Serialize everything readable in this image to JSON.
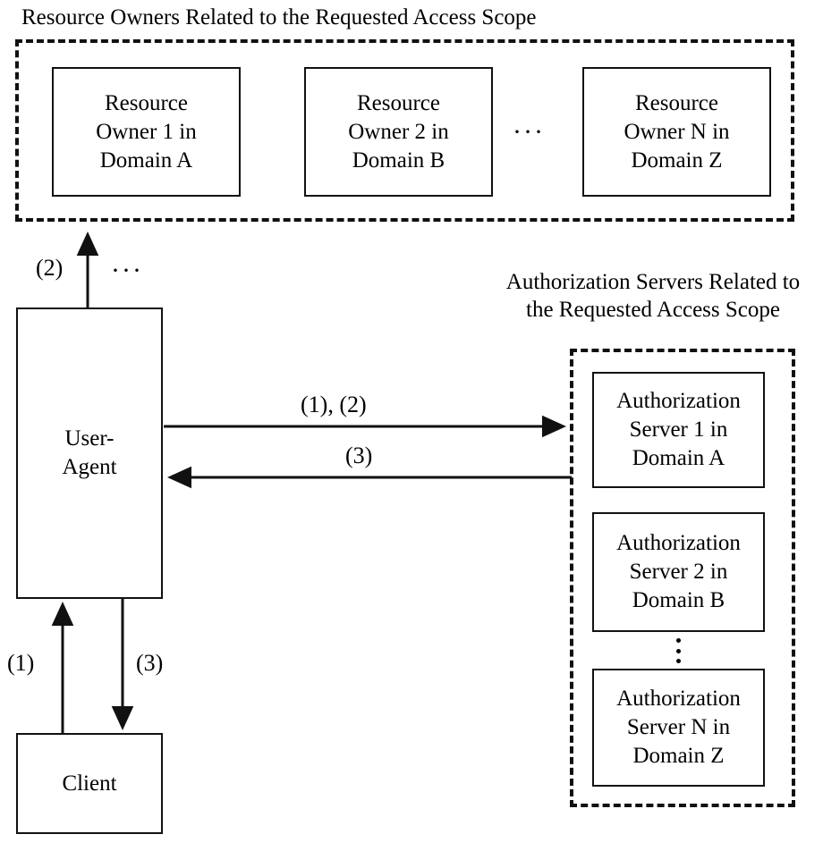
{
  "diagram": {
    "title_resource_owners": "Resource Owners Related to the Requested Access Scope",
    "title_authorization_servers": "Authorization Servers Related to\nthe Requested Access Scope",
    "resource_owners": [
      {
        "label": "Resource\nOwner 1 in\nDomain A"
      },
      {
        "label": "Resource\nOwner 2 in\nDomain B"
      },
      {
        "label": "Resource\nOwner N in\nDomain Z"
      }
    ],
    "resource_owners_ellipsis": "···",
    "authorization_servers": [
      {
        "label": "Authorization\nServer 1 in\nDomain A"
      },
      {
        "label": "Authorization\nServer 2 in\nDomain B"
      },
      {
        "label": "Authorization\nServer N in\nDomain Z"
      }
    ],
    "user_agent": {
      "label": "User-\nAgent"
    },
    "client": {
      "label": "Client"
    },
    "user_agent_ellipsis": "···",
    "edges": [
      {
        "id": "ua-to-resource-owners",
        "label": "(2)"
      },
      {
        "id": "ua-to-auth-servers",
        "label": "(1), (2)"
      },
      {
        "id": "auth-servers-to-ua",
        "label": "(3)"
      },
      {
        "id": "client-to-ua",
        "label": "(1)"
      },
      {
        "id": "ua-to-client",
        "label": "(3)"
      }
    ],
    "colors": {
      "stroke": "#111111",
      "background": "#ffffff",
      "text": "#000000"
    }
  }
}
